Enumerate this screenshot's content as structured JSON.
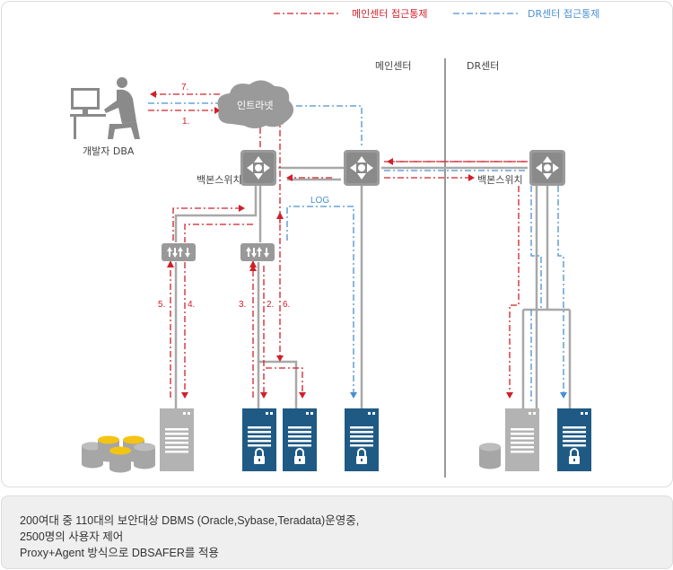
{
  "legend": {
    "main_center_control": "메인센터 접근통제",
    "dr_center_control": "DR센터 접근통제"
  },
  "regions": {
    "main_center": "메인센터",
    "dr_center": "DR센터"
  },
  "nodes": {
    "dba": "개발자 DBA",
    "intranet": "인트라넷",
    "backbone_main": "백본스위치",
    "backbone_dr": "백본스위치"
  },
  "steps": {
    "s1": "1.",
    "s2": "2.",
    "s3": "3.",
    "s4": "4.",
    "s5": "5.",
    "s6": "6.",
    "s7": "7.",
    "log": "LOG"
  },
  "colors": {
    "main_flow": "#d0202a",
    "dr_flow": "#4a90d0",
    "server_dark": "#1f5a85",
    "server_gray": "#b3b3b3",
    "db_yellow": "#f3c414"
  },
  "caption": {
    "line1": "200여대 중 110대의 보안대상 DBMS (Oracle,Sybase,Teradata)운영중,",
    "line2": "2500명의 사용자 제어",
    "line3": "Proxy+Agent 방식으로 DBSAFER를 적용"
  }
}
